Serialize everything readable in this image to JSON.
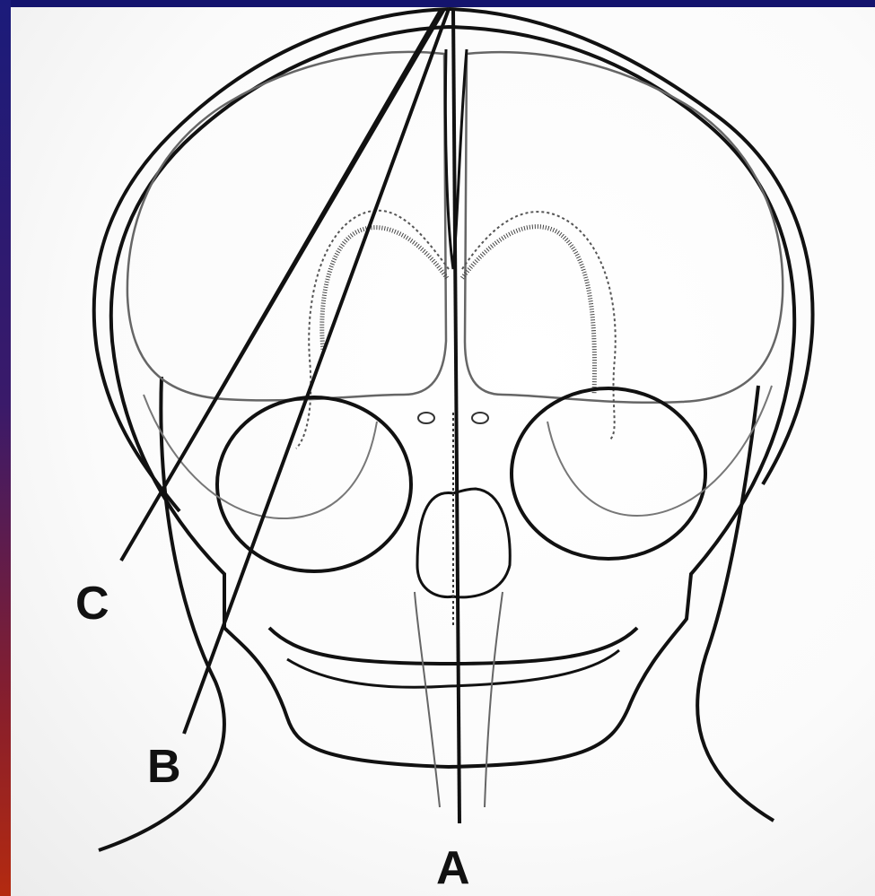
{
  "diagram": {
    "labels": {
      "a": "A",
      "b": "B",
      "c": "C"
    }
  },
  "colors": {
    "frame_blue": "#14146e",
    "frame_red": "#b42a10",
    "ink": "#111111",
    "faint_ink": "#777777"
  }
}
